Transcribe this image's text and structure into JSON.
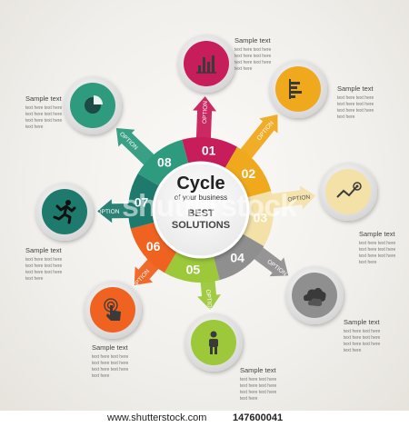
{
  "center": {
    "title": "Cycle",
    "subtitle": "of your business",
    "line1": "BEST",
    "line2": "SOLUTIONS"
  },
  "segments": [
    {
      "num": "01",
      "color": "#c71d5a"
    },
    {
      "num": "02",
      "color": "#f0a81c"
    },
    {
      "num": "03",
      "color": "#f3e1a8"
    },
    {
      "num": "04",
      "color": "#8f8f8f"
    },
    {
      "num": "05",
      "color": "#9cc83a"
    },
    {
      "num": "06",
      "color": "#ef6220"
    },
    {
      "num": "07",
      "color": "#1f7a6e"
    },
    {
      "num": "08",
      "color": "#2e9a7e"
    }
  ],
  "option_label": "OPTION",
  "nodes": [
    {
      "icon": "bar-chart-icon",
      "color": "#c71d5a"
    },
    {
      "icon": "horizontal-bar-chart-icon",
      "color": "#f0a81c"
    },
    {
      "icon": "trend-line-icon",
      "color": "#f3e1a8"
    },
    {
      "icon": "cloud-icon",
      "color": "#8f8f8f"
    },
    {
      "icon": "person-icon",
      "color": "#9cc83a"
    },
    {
      "icon": "touch-hand-icon",
      "color": "#ef6220"
    },
    {
      "icon": "running-man-icon",
      "color": "#1f7a6e"
    },
    {
      "icon": "pie-chart-icon",
      "color": "#2e9a7e"
    }
  ],
  "callout_title": "Sample text",
  "callout_lines": [
    "text here text here",
    "text here text here",
    "text here text here",
    "text here"
  ],
  "watermark": "shutterstock",
  "footer": {
    "site": "www.shutterstock.com",
    "id": "147600041"
  }
}
